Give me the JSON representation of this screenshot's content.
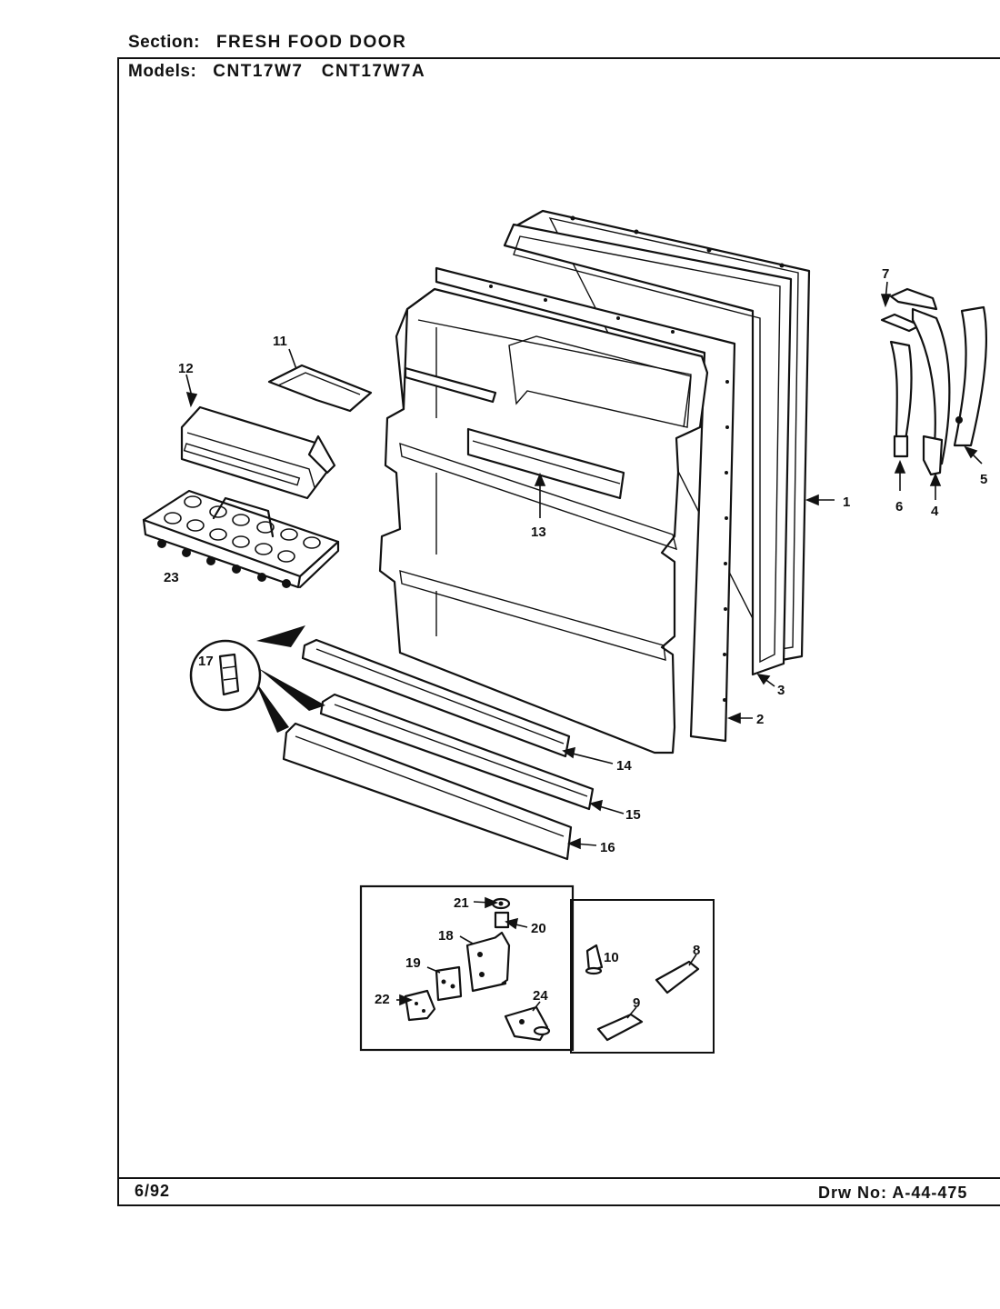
{
  "header": {
    "section_label": "Section:",
    "section_value": "FRESH FOOD DOOR",
    "models_label": "Models:",
    "models_value": "CNT17W7   CNT17W7A"
  },
  "footer": {
    "date": "6/92",
    "drawing_number": "Drw No: A-44-475"
  },
  "callouts": {
    "c1": "1",
    "c2": "2",
    "c3": "3",
    "c4": "4",
    "c5": "5",
    "c6": "6",
    "c7": "7",
    "c8": "8",
    "c9": "9",
    "c10": "10",
    "c11": "11",
    "c12": "12",
    "c13": "13",
    "c14": "14",
    "c15": "15",
    "c16": "16",
    "c17": "17",
    "c18": "18",
    "c19": "19",
    "c20": "20",
    "c21": "21",
    "c22": "22",
    "c23": "23",
    "c24": "24"
  }
}
